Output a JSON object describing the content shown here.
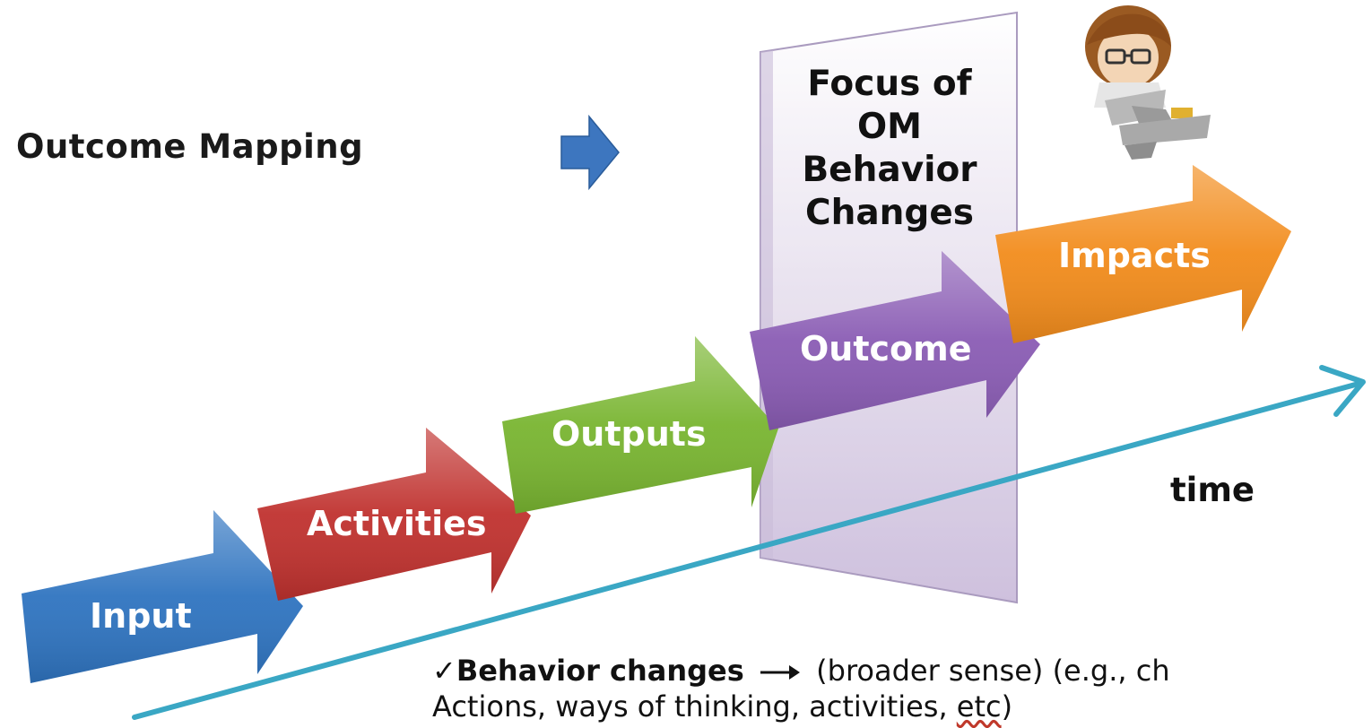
{
  "title": "Outcome Mapping",
  "focus_panel": {
    "lines": [
      "Focus of",
      "OM",
      "Behavior",
      "Changes"
    ]
  },
  "steps": [
    {
      "label": "Input",
      "color": "#2f74c0"
    },
    {
      "label": "Activities",
      "color": "#c0322f"
    },
    {
      "label": "Outputs",
      "color": "#79b531"
    },
    {
      "label": "Outcome",
      "color": "#8a5cb4"
    },
    {
      "label": "Impacts",
      "color": "#f28c1c"
    }
  ],
  "time_axis": {
    "label": "time",
    "color": "#3aa7c4"
  },
  "note": {
    "check": "✓",
    "bold": "Behavior changes",
    "rest": "(broader sense) (e.g., ch",
    "line2_a": "Actions, ways of thinking, activities, ",
    "line2_b": "etc",
    "line2_c": ")"
  },
  "icons": [
    "right-arrow-icon",
    "person-at-desk-icon"
  ]
}
